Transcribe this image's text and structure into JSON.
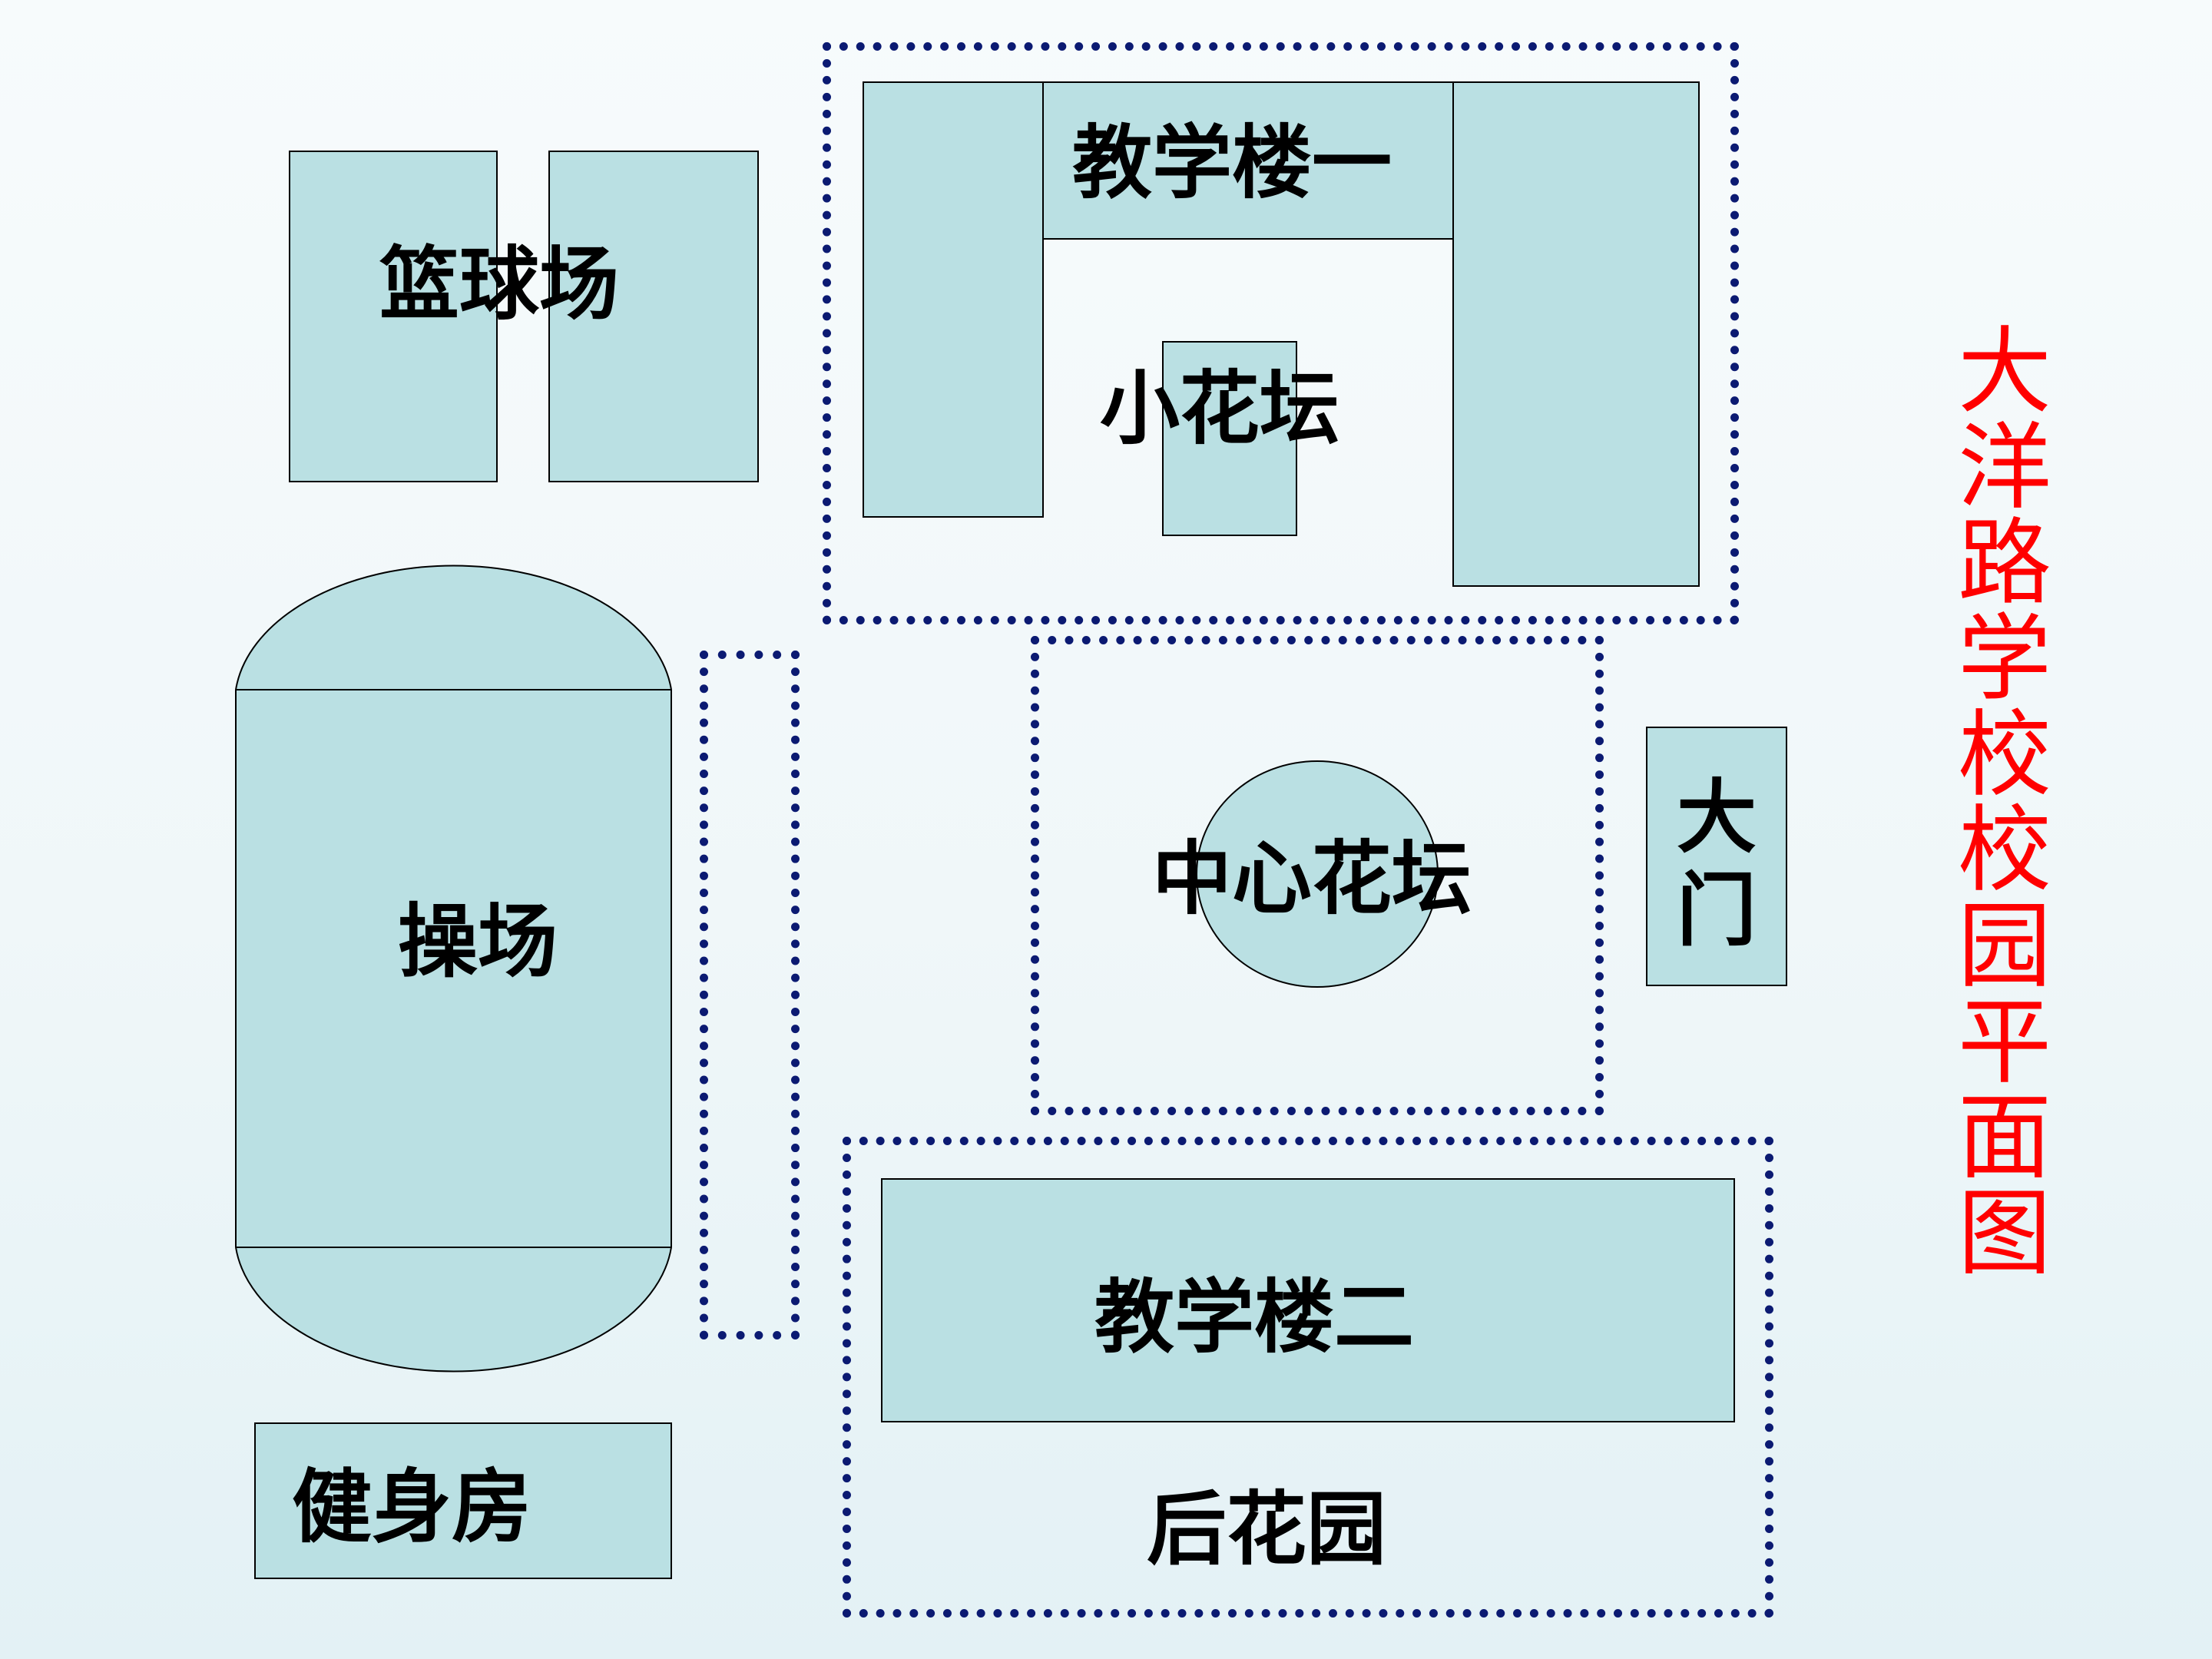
{
  "map": {
    "title": "大洋路学校校园平面图",
    "labels": {
      "basketball": "篮球场",
      "building1": "教学楼一",
      "small_garden": "小花坛",
      "playground": "操场",
      "central_garden": "中心花坛",
      "gate": "大门",
      "building2": "教学楼二",
      "back_garden": "后花园",
      "gym": "健身房"
    }
  },
  "colors": {
    "fill": "#bae0e3",
    "dotted_border": "#0b1a72",
    "title": "#ff0000",
    "outline": "#000000"
  }
}
